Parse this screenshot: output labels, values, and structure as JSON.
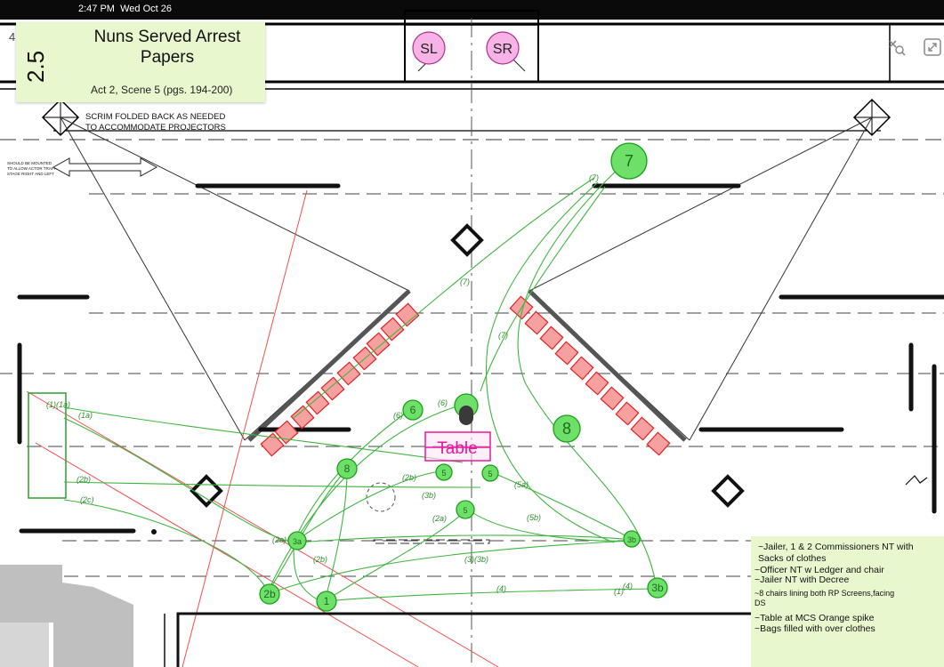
{
  "status_bar": {
    "time": "2:47 PM",
    "date": "Wed Oct 26",
    "edge_text": "4"
  },
  "scene_card": {
    "number": "2.5",
    "title_line1": "Nuns Served Arrest",
    "title_line2": "Papers",
    "subtitle": "Act 2, Scene 5 (pgs. 194-200)"
  },
  "toolbar": {
    "lasso_icon": "lasso-zoom-icon",
    "expand_icon": "expand-icon"
  },
  "plan": {
    "wings": {
      "left": "SL",
      "right": "SR"
    },
    "scrim_note_1": "SCRIM FOLDED BACK AS NEEDED",
    "scrim_note_2": "TO ACCOMMODATE PROJECTORS",
    "side_note_1": "SHOULD BE MOUNTED",
    "side_note_2": "TO ALLOW ACTOR TRAFFIC",
    "side_note_3": "STAGE RIGHT AND LEFT",
    "table_label": "Table"
  },
  "actors": [
    {
      "label": "7"
    },
    {
      "label": "8"
    },
    {
      "label": "6"
    },
    {
      "label": "8"
    },
    {
      "label": "5"
    },
    {
      "label": "5"
    },
    {
      "label": "5"
    },
    {
      "label": "3b"
    },
    {
      "label": "3a"
    },
    {
      "label": "2b"
    },
    {
      "label": "1"
    },
    {
      "label": "3b"
    }
  ],
  "path_labels": [
    "(7)",
    "(7)",
    "(7)",
    "(1)(1a)",
    "(1a)",
    "(2b)",
    "(2c)",
    "(6)",
    "(6)",
    "(2b)",
    "(3b)",
    "(2a)",
    "(5b)",
    "(4)",
    "(4)",
    "(3)(3b)",
    "(2a)",
    "(2b)",
    "(1)",
    "(5a)"
  ],
  "notes": {
    "lines": [
      "~Jailer, 1 & 2 Commissioners NT with",
      "Sacks of clothes",
      "~Officer NT w Ledger and chair",
      "~Jailer NT with Decree",
      "~8 chairs lining both RP Screens,facing",
      "DS",
      "~Table at MCS Orange spike",
      "~Bags filled with over clothes"
    ]
  },
  "colors": {
    "actor_fill": "#6ee06a",
    "actor_stroke": "#18a018",
    "path": "#3fb53f",
    "chair_fill": "#f7a0a0",
    "chair_stroke": "#e02020",
    "wing_fill": "#f7b3e6",
    "table": "#e8199c",
    "sight_line": "#f05050",
    "note_bg": "#e9f7cf"
  }
}
